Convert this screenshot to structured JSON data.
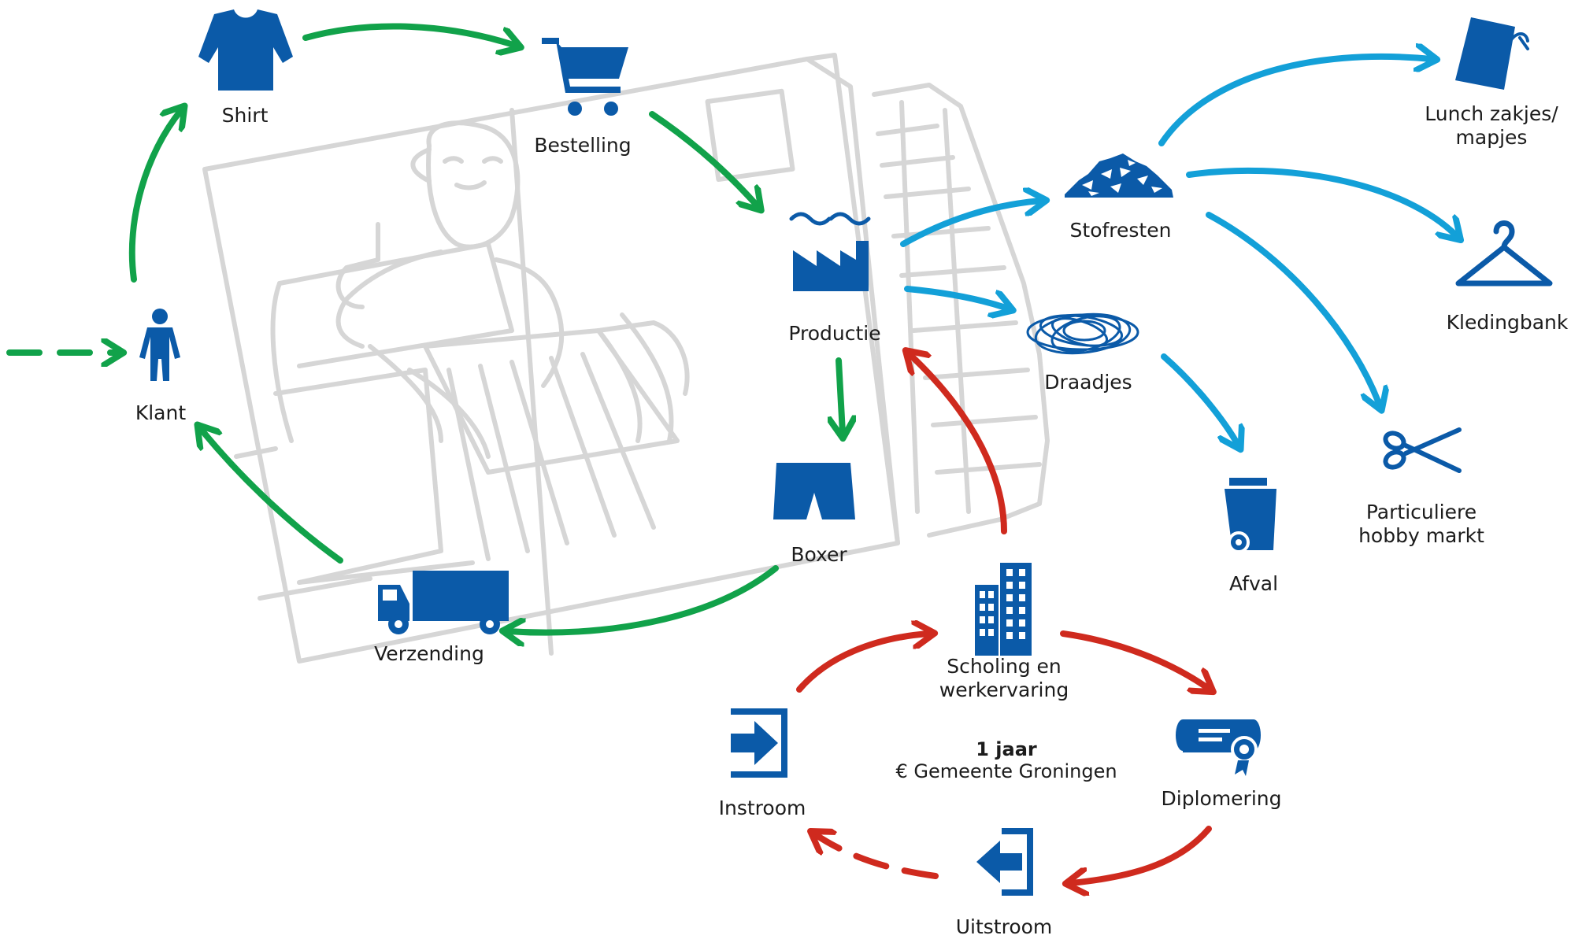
{
  "colors": {
    "icon_blue": "#0b5aa8",
    "green_arrow": "#11a24a",
    "light_blue_arrow": "#13a0d8",
    "red_arrow": "#cf2a1e",
    "sketch_gray": "#d6d6d6"
  },
  "nodes": {
    "shirt": {
      "label": "Shirt",
      "icon": "shirt-icon"
    },
    "bestelling": {
      "label": "Bestelling",
      "icon": "cart-icon"
    },
    "productie": {
      "label": "Productie",
      "icon": "factory-icon"
    },
    "boxer": {
      "label": "Boxer",
      "icon": "boxer-shorts-icon"
    },
    "verzending": {
      "label": "Verzending",
      "icon": "truck-icon"
    },
    "klant": {
      "label": "Klant",
      "icon": "person-icon"
    },
    "stofresten": {
      "label": "Stofresten",
      "icon": "fabric-scraps-icon"
    },
    "draadjes": {
      "label": "Draadjes",
      "icon": "thread-ball-icon"
    },
    "lunch": {
      "label_line1": "Lunch zakjes/",
      "label_line2": "mapjes",
      "icon": "bag-icon"
    },
    "kledingbank": {
      "label": "Kledingbank",
      "icon": "hanger-icon"
    },
    "hobby": {
      "label_line1": "Particuliere",
      "label_line2": "hobby markt",
      "icon": "scissors-icon"
    },
    "afval": {
      "label": "Afval",
      "icon": "trash-bin-icon"
    },
    "scholing": {
      "label_line1": "Scholing en",
      "label_line2": "werkervaring",
      "icon": "building-icon"
    },
    "diplomering": {
      "label": "Diplomering",
      "icon": "diploma-icon"
    },
    "uitstroom": {
      "label": "Uitstroom",
      "icon": "exit-icon"
    },
    "instroom": {
      "label": "Instroom",
      "icon": "enter-icon"
    }
  },
  "center_note": {
    "line1": "1 jaar",
    "line2": "€ Gemeente Groningen"
  }
}
